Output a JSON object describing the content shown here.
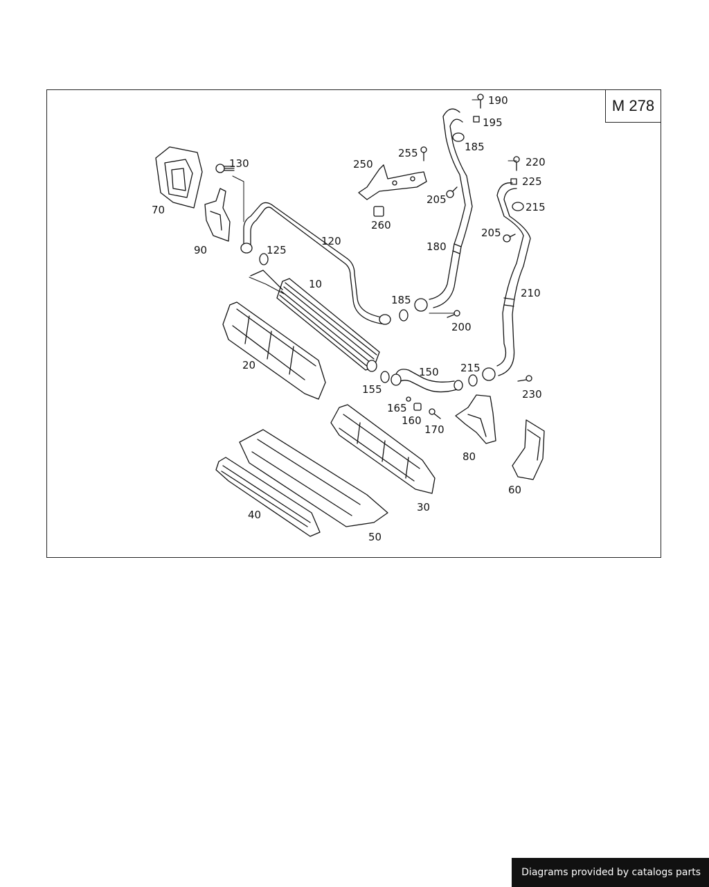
{
  "diagram": {
    "model_code": "M 278",
    "callouts": [
      "10",
      "20",
      "30",
      "40",
      "50",
      "60",
      "70",
      "80",
      "90",
      "120",
      "125",
      "130",
      "150",
      "155",
      "160",
      "165",
      "170",
      "180",
      "185",
      "185",
      "190",
      "195",
      "200",
      "205",
      "205",
      "210",
      "215",
      "215",
      "220",
      "225",
      "230",
      "250",
      "255",
      "260"
    ]
  },
  "footer": {
    "attribution": "Diagrams provided by catalogs parts"
  }
}
